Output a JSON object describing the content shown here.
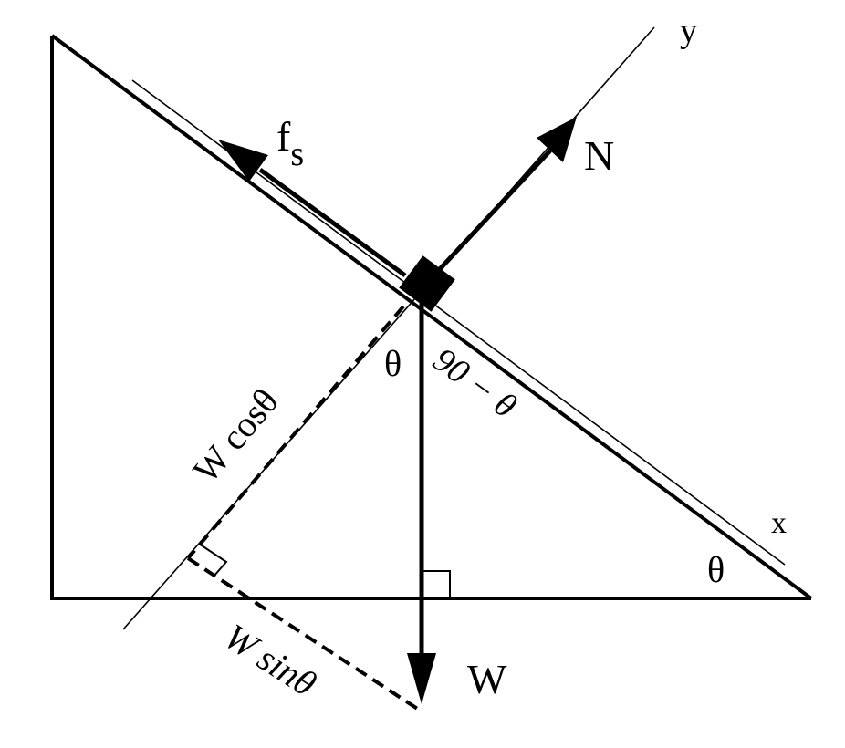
{
  "labels": {
    "axis_y": "y",
    "axis_x": "x",
    "friction_main": "f",
    "friction_sub": "s",
    "normal": "N",
    "weight": "W",
    "theta_at_block": "θ",
    "complement_angle": "90 − θ",
    "theta_at_base": "θ",
    "w_cos": "W cosθ",
    "w_sin": "W sinθ"
  }
}
